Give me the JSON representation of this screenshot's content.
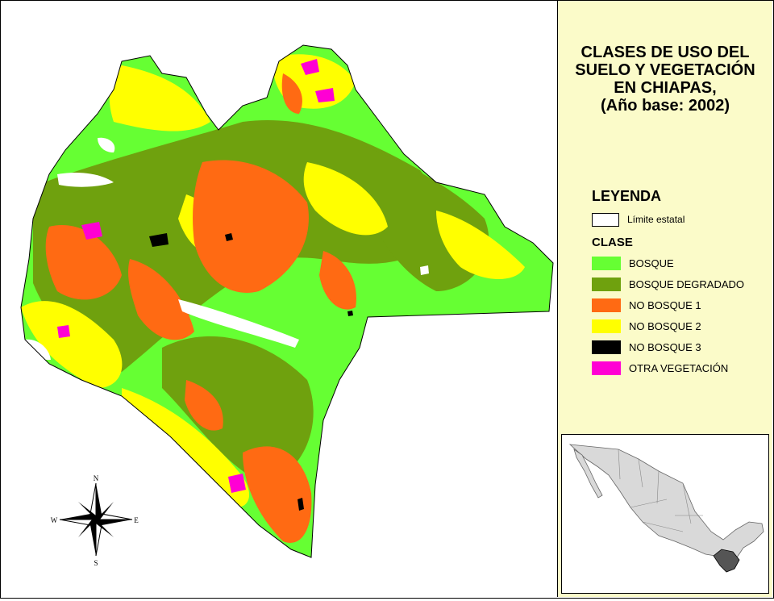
{
  "title": {
    "line1": "CLASES DE USO DEL",
    "line2": "SUELO Y VEGETACIÓN",
    "line3": "EN CHIAPAS,",
    "line4": "(Año base: 2002)"
  },
  "legend": {
    "heading": "LEYENDA",
    "boundary_label": "Límite estatal",
    "class_heading": "CLASE",
    "classes": [
      {
        "label": "BOSQUE",
        "color": "#66ff33"
      },
      {
        "label": "BOSQUE DEGRADADO",
        "color": "#6fa10e"
      },
      {
        "label": "NO BOSQUE 1",
        "color": "#ff6a13"
      },
      {
        "label": "NO BOSQUE 2",
        "color": "#ffff00"
      },
      {
        "label": "NO BOSQUE 3",
        "color": "#000000"
      },
      {
        "label": "OTRA VEGETACIÓN",
        "color": "#ff00d4"
      }
    ]
  },
  "compass": {
    "n": "N",
    "s": "S",
    "e": "E",
    "w": "W"
  },
  "inset": {
    "highlight_color": "#555555",
    "land_color": "#d9d9d9"
  }
}
